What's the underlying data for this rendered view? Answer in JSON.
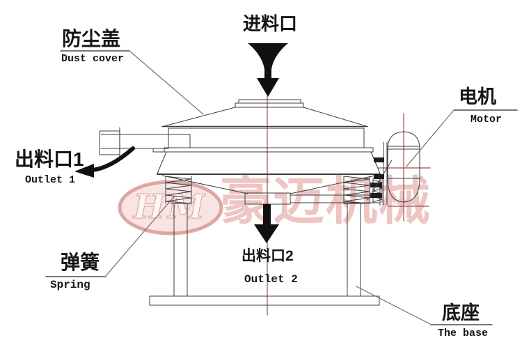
{
  "diagram_title": "rotary-vibrating-sieve-structure-diagram",
  "watermark": {
    "logo_text": "HM",
    "company_text": "豪迈机械"
  },
  "labels": {
    "feed_inlet": {
      "zh": "进料口"
    },
    "dust_cover": {
      "zh": "防尘盖",
      "en": "Dust cover"
    },
    "motor": {
      "zh": "电机",
      "en": "Motor"
    },
    "outlet1": {
      "zh": "出料口1",
      "en": "Outlet 1"
    },
    "spring": {
      "zh": "弹簧",
      "en": "Spring"
    },
    "outlet2": {
      "zh": "出料口2",
      "en": "Outlet 2"
    },
    "base": {
      "zh": "底座",
      "en": "The base"
    }
  },
  "colors": {
    "drawing_line": "#3c3c3c",
    "leader_line": "#6e6e6e",
    "centerline_red": "#95504e",
    "arrow_black": "#111111",
    "watermark_pink": "#e8b7b3",
    "watermark_red": "#d89a96",
    "label_text": "#141414"
  }
}
